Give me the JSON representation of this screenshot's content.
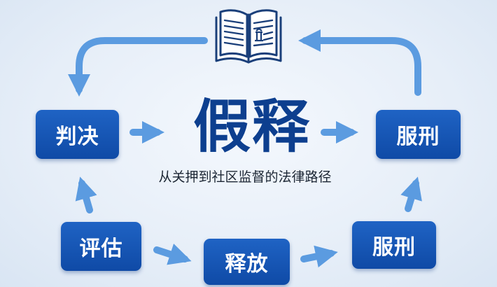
{
  "title": "假释",
  "subtitle": "从关押到社区监督的法律路径",
  "nodes": {
    "judgment": "判决",
    "sentence_right": "服刑",
    "assessment": "评估",
    "release": "释放",
    "sentence_bottom": "服刑"
  },
  "colors": {
    "node_fill": "#1453b3",
    "title": "#0d3f8f",
    "arrow": "#5b9be0",
    "icon_stroke": "#1a3f7a"
  },
  "icons": {
    "book": "open-law-book-icon"
  }
}
